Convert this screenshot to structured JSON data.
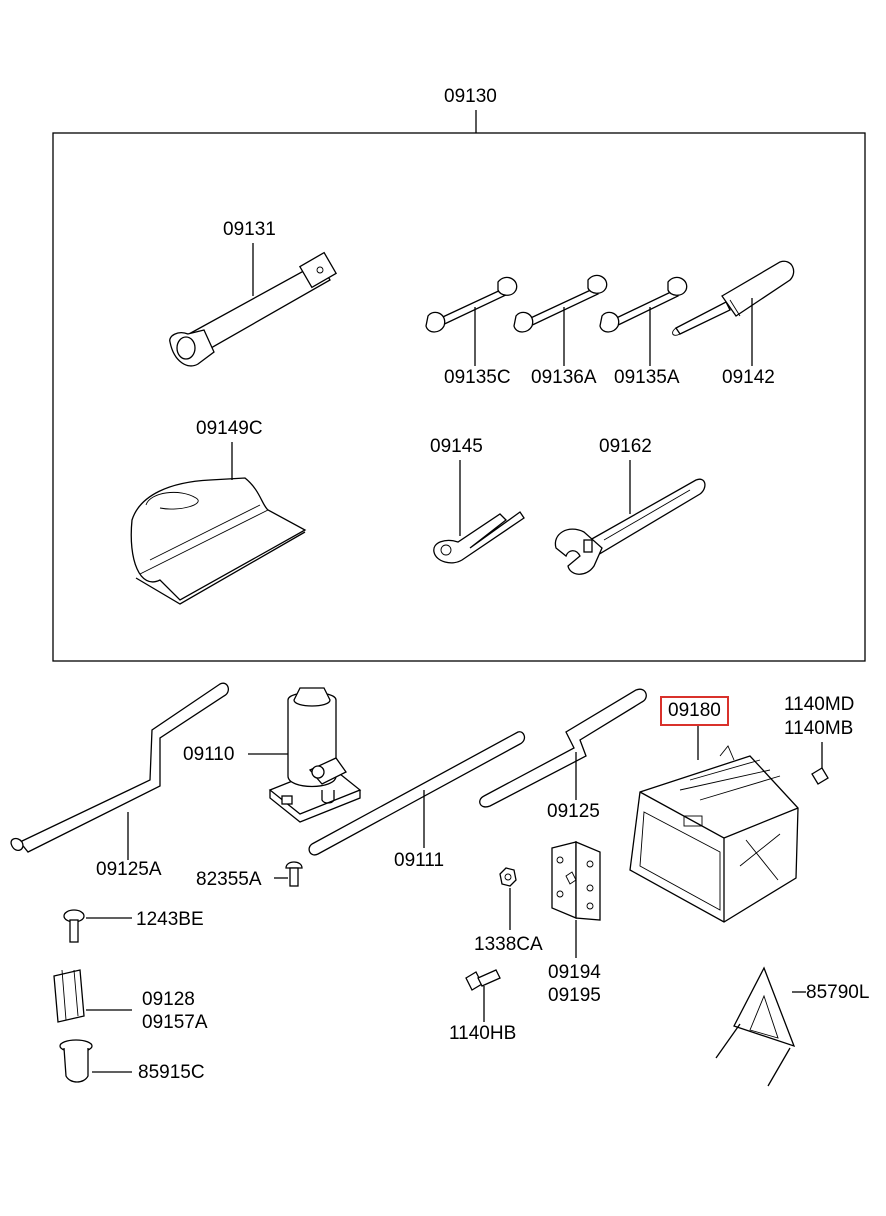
{
  "diagram": {
    "kit_label": "09130",
    "selected_part": "09180",
    "parts": {
      "wrench_long": "09131",
      "spanner_c": "09135C",
      "spanner_136a": "09136A",
      "spanner_135a": "09135A",
      "screwdriver": "09142",
      "tool_bag": "09149C",
      "pliers": "09145",
      "adj_wrench": "09162",
      "handle_a": "09125A",
      "jack": "09110",
      "rod": "09111",
      "handle": "09125",
      "tray": "09180",
      "bolt_md": "1140MD",
      "bolt_mb": "1140MB",
      "clip_82355a": "82355A",
      "screw_1243be": "1243BE",
      "clip_09128": "09128",
      "clip_09157a": "09157A",
      "nut_85915c": "85915C",
      "nut_1338ca": "1338CA",
      "bracket_09194": "09194",
      "bracket_09195": "09195",
      "bolt_1140hb": "1140HB",
      "triangle": "85790L"
    },
    "colors": {
      "line": "#000000",
      "highlight": "#d9312b",
      "background": "#ffffff"
    }
  }
}
